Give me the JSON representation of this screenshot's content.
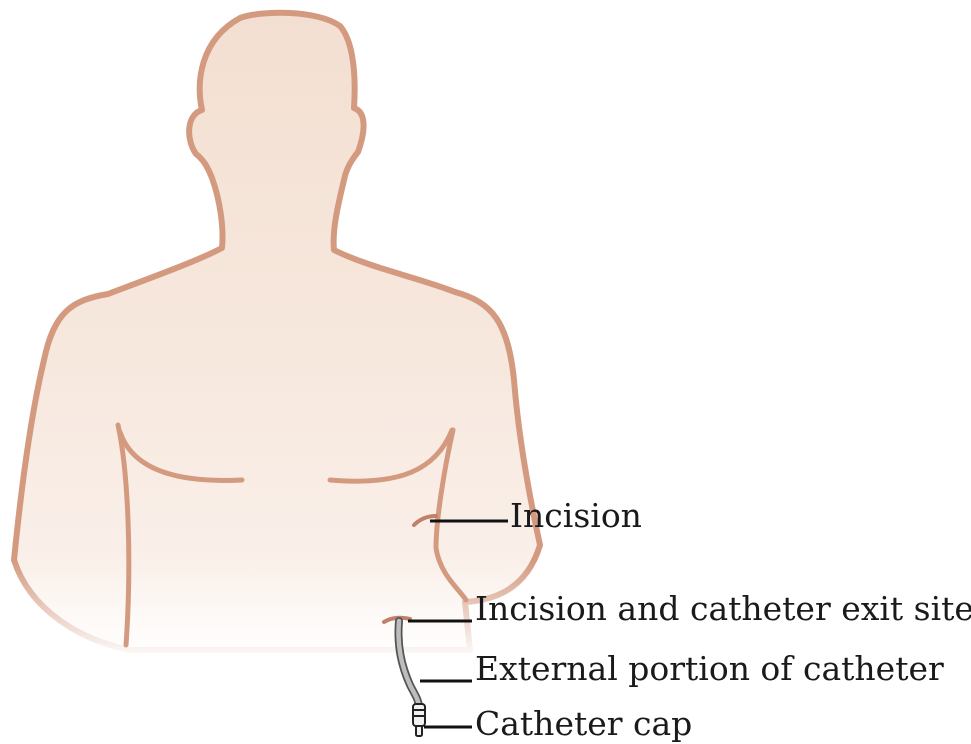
{
  "colors": {
    "skin_top": "#f3dfd1",
    "skin_bottom": "#fbf3ee",
    "outline": "#d49a80",
    "leader": "#111111",
    "catheter": "#bdbdbd",
    "label": "#1a1a1a"
  },
  "labels": {
    "incision": "Incision",
    "exit_site": "Incision and catheter exit site",
    "external_portion": "External portion of catheter",
    "cap": "Catheter cap"
  }
}
